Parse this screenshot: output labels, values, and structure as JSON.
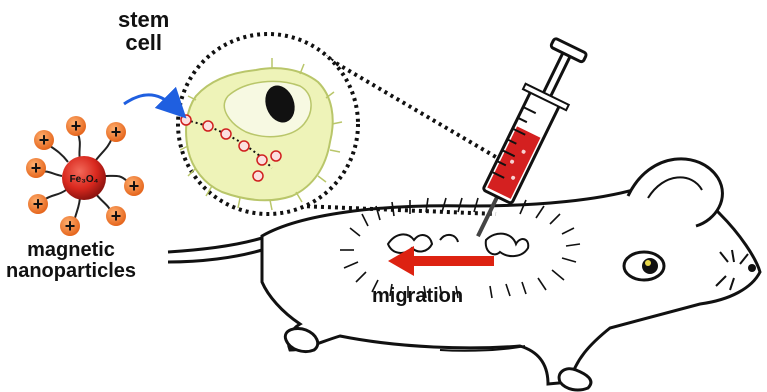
{
  "labels": {
    "stem_cell_line1": "stem",
    "stem_cell_line2": "cell",
    "nanoparticles_line1": "magnetic",
    "nanoparticles_line2": "nanoparticles",
    "migration": "migration",
    "particle_core": "Fe₃O₄"
  },
  "nanoparticle": {
    "charge_symbol": "+",
    "charge_count": 8
  },
  "colors": {
    "particle_core": "#d9281e",
    "charge": "#f07f2a",
    "cell_body": "#eef3b8",
    "nucleus": "#111111",
    "syringe_fluid": "#d42020",
    "migration_arrow": "#dd2211",
    "pointer_arrow": "#1f5fe0"
  },
  "icons": [
    "syringe-icon",
    "mouse-icon",
    "curved-arrow-icon",
    "migration-arrow-icon"
  ]
}
